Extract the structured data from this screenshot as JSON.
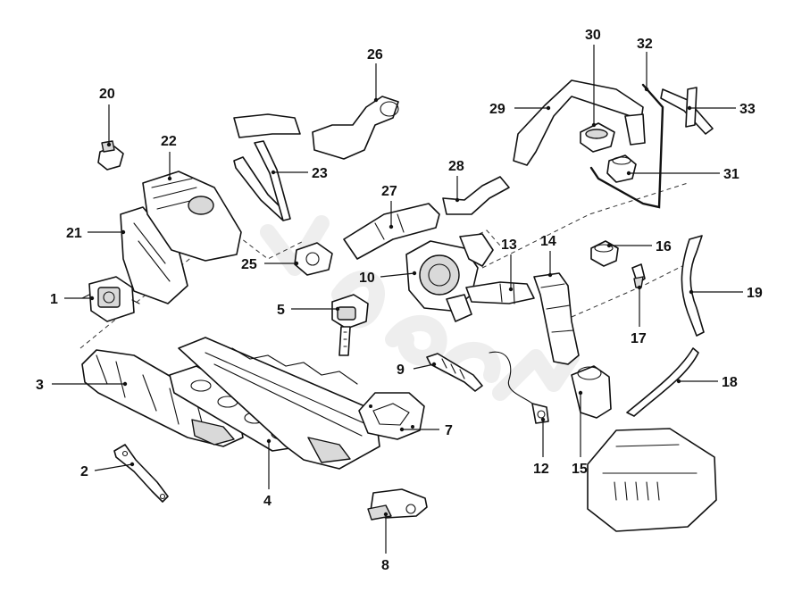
{
  "callouts": [
    {
      "id": "1",
      "label": "1"
    },
    {
      "id": "2",
      "label": "2"
    },
    {
      "id": "3",
      "label": "3"
    },
    {
      "id": "4",
      "label": "4"
    },
    {
      "id": "5",
      "label": "5"
    },
    {
      "id": "7",
      "label": "7"
    },
    {
      "id": "8",
      "label": "8"
    },
    {
      "id": "9",
      "label": "9"
    },
    {
      "id": "10",
      "label": "10"
    },
    {
      "id": "12",
      "label": "12"
    },
    {
      "id": "13",
      "label": "13"
    },
    {
      "id": "14",
      "label": "14"
    },
    {
      "id": "15",
      "label": "15"
    },
    {
      "id": "16",
      "label": "16"
    },
    {
      "id": "17",
      "label": "17"
    },
    {
      "id": "18",
      "label": "18"
    },
    {
      "id": "19",
      "label": "19"
    },
    {
      "id": "20",
      "label": "20"
    },
    {
      "id": "21",
      "label": "21"
    },
    {
      "id": "22",
      "label": "22"
    },
    {
      "id": "23",
      "label": "23"
    },
    {
      "id": "25",
      "label": "25"
    },
    {
      "id": "26",
      "label": "26"
    },
    {
      "id": "27",
      "label": "27"
    },
    {
      "id": "28",
      "label": "28"
    },
    {
      "id": "29",
      "label": "29"
    },
    {
      "id": "30",
      "label": "30"
    },
    {
      "id": "31",
      "label": "31"
    },
    {
      "id": "32",
      "label": "32"
    },
    {
      "id": "33",
      "label": "33"
    }
  ],
  "colors": {
    "ink": "#111111",
    "paper": "#ffffff",
    "watermark": "#ececec"
  }
}
